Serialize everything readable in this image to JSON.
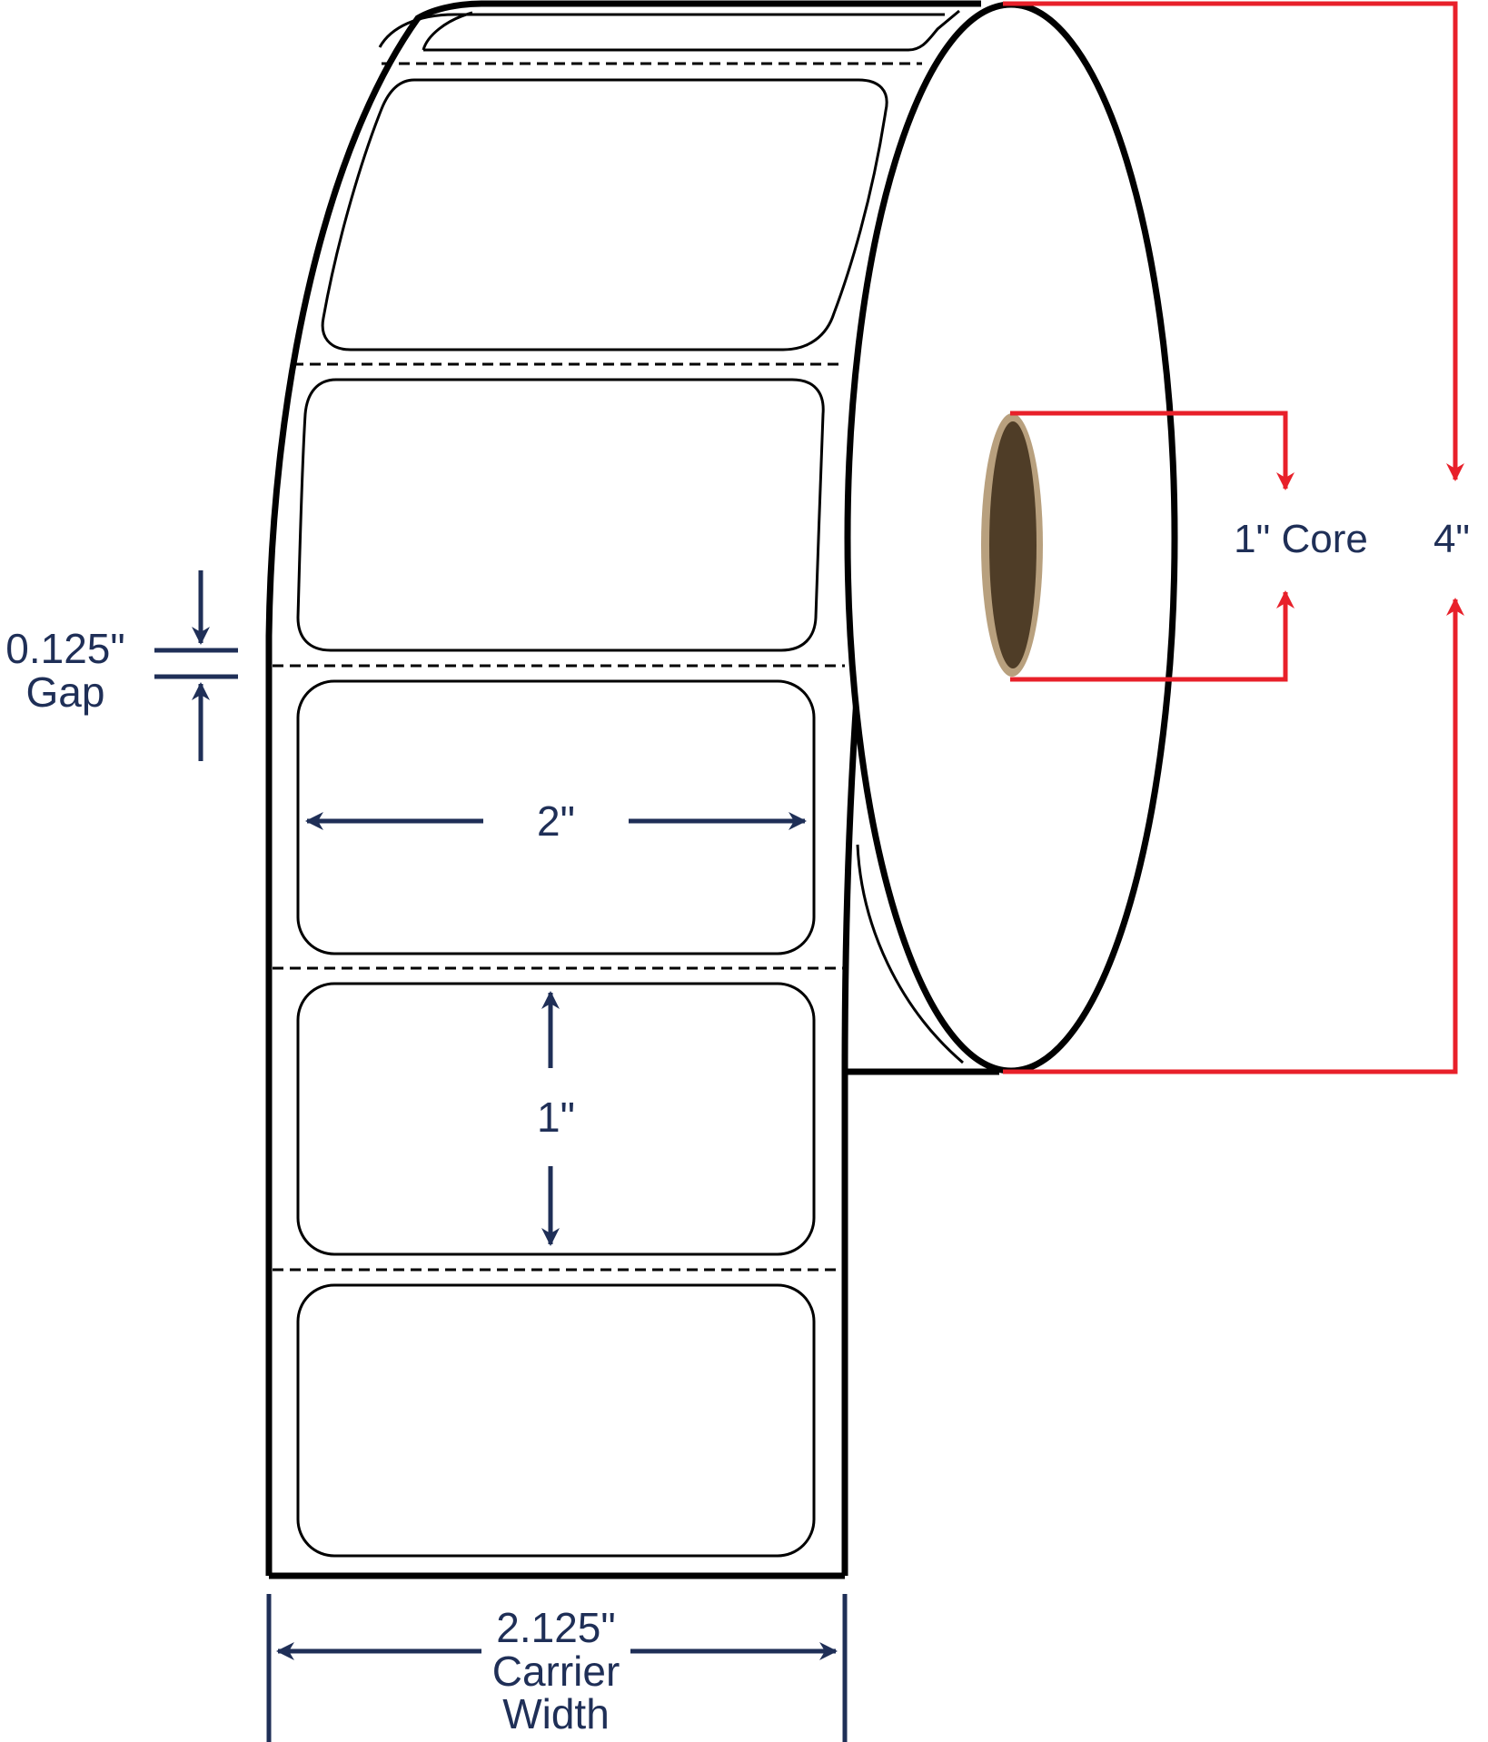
{
  "labels": {
    "gap_value": "0.125\"",
    "gap_word": "Gap",
    "label_width": "2\"",
    "label_height": "1\"",
    "carrier_value": "2.125\"",
    "carrier_word1": "Carrier",
    "carrier_word2": "Width",
    "core": "1\" Core",
    "roll_diameter": "4\""
  },
  "colors": {
    "outline": "#000000",
    "dimension_blue": "#1f2f57",
    "dimension_red": "#e8202a",
    "core_fill": "#4f3d27",
    "core_ring": "#b8a07e",
    "background": "#ffffff"
  }
}
